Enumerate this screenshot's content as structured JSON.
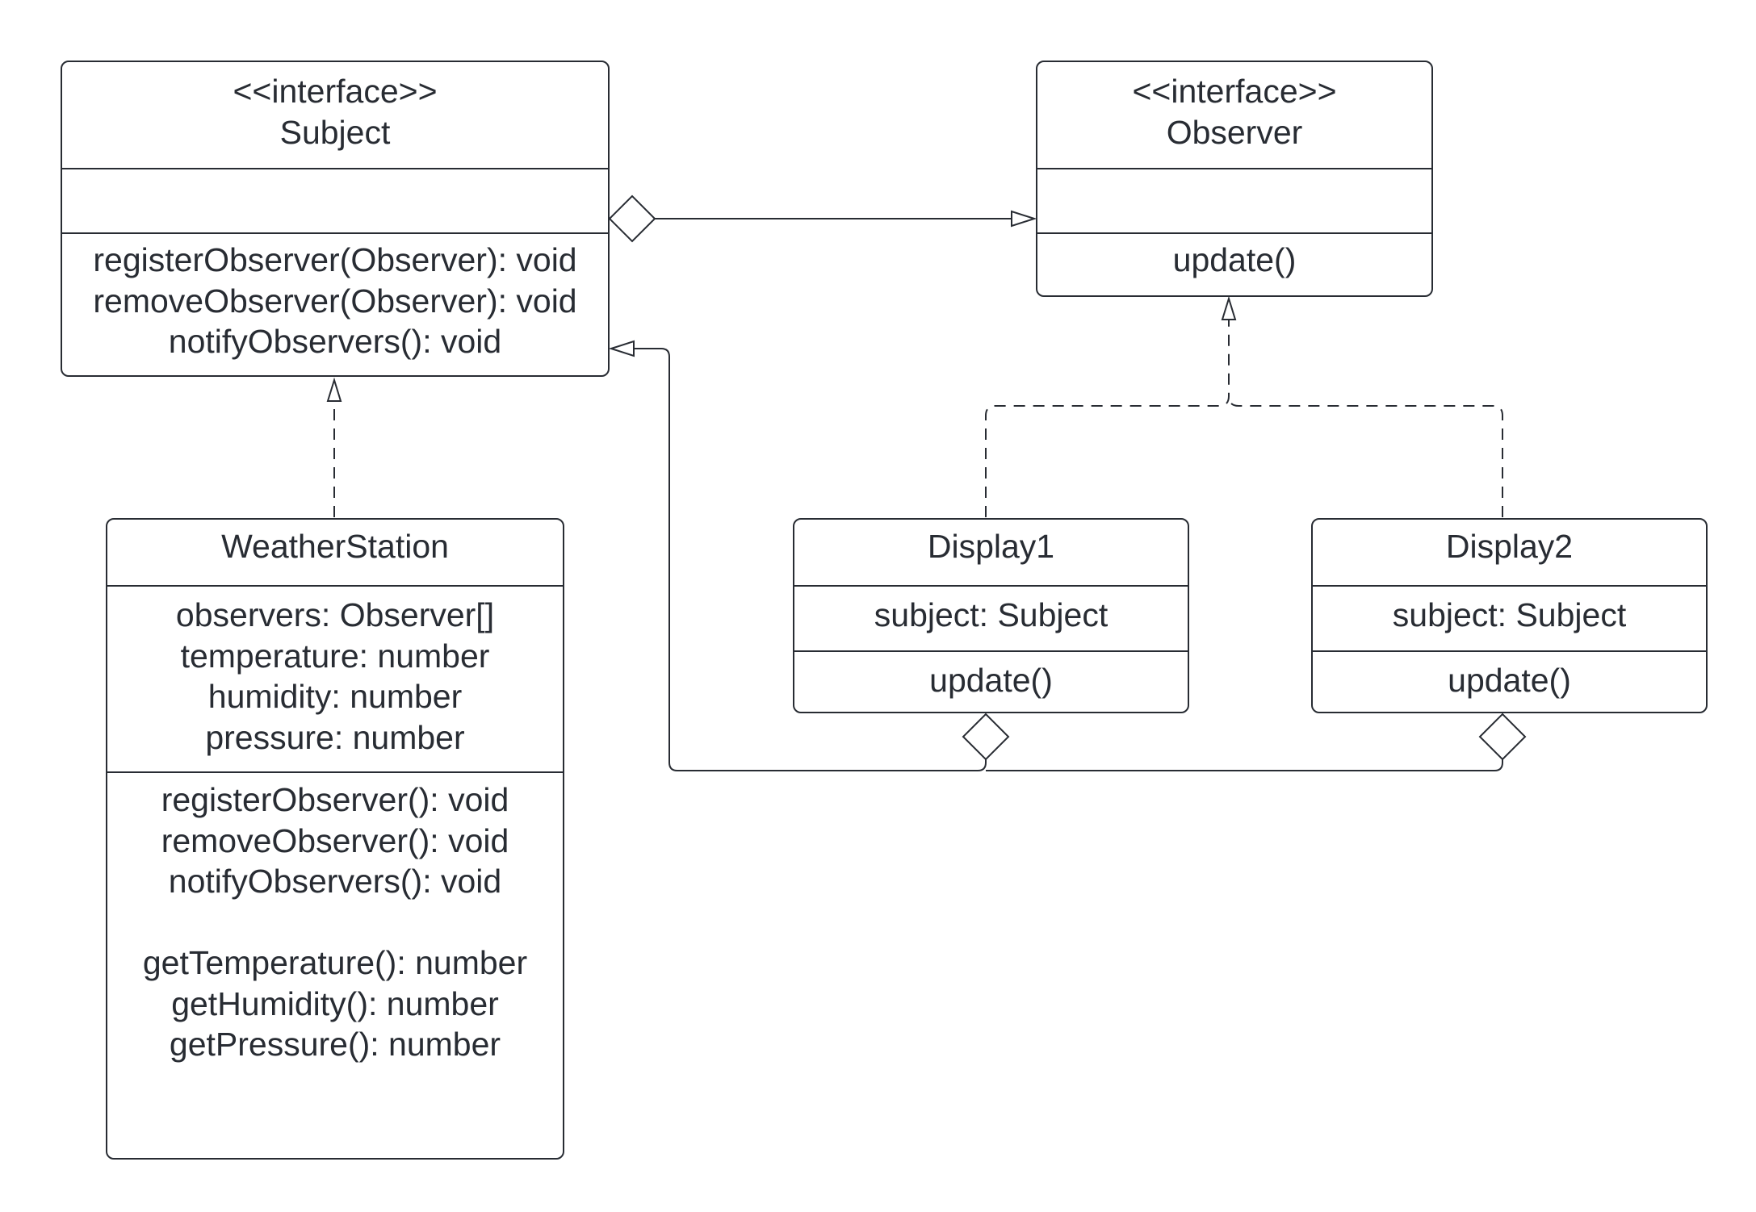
{
  "diagram": {
    "classes": {
      "subject": {
        "stereotype": "<<interface>>",
        "name": "Subject",
        "attributes": [],
        "operations": [
          "registerObserver(Observer): void",
          "removeObserver(Observer): void",
          "notifyObservers(): void"
        ]
      },
      "observer": {
        "stereotype": "<<interface>>",
        "name": "Observer",
        "attributes": [],
        "operations": [
          "update()"
        ]
      },
      "weather_station": {
        "name": "WeatherStation",
        "attributes": [
          "observers: Observer[]",
          "temperature: number",
          "humidity: number",
          "pressure: number"
        ],
        "operations": [
          "registerObserver(): void",
          "removeObserver(): void",
          "notifyObservers(): void",
          "",
          "getTemperature(): number",
          "getHumidity(): number",
          "getPressure(): number"
        ]
      },
      "display1": {
        "name": "Display1",
        "attributes": [
          "subject: Subject"
        ],
        "operations": [
          "update()"
        ]
      },
      "display2": {
        "name": "Display2",
        "attributes": [
          "subject: Subject"
        ],
        "operations": [
          "update()"
        ]
      }
    },
    "relationships": [
      {
        "type": "aggregation",
        "from": "Subject",
        "to": "Observer"
      },
      {
        "type": "realization",
        "from": "WeatherStation",
        "to": "Subject"
      },
      {
        "type": "realization",
        "from": "Display1",
        "to": "Observer"
      },
      {
        "type": "realization",
        "from": "Display2",
        "to": "Observer"
      },
      {
        "type": "aggregation",
        "from": "Display1",
        "to": "Subject"
      },
      {
        "type": "aggregation",
        "from": "Display2",
        "to": "Subject"
      }
    ],
    "colors": {
      "stroke": "#282c33",
      "text": "#282c33",
      "background": "#ffffff"
    }
  }
}
